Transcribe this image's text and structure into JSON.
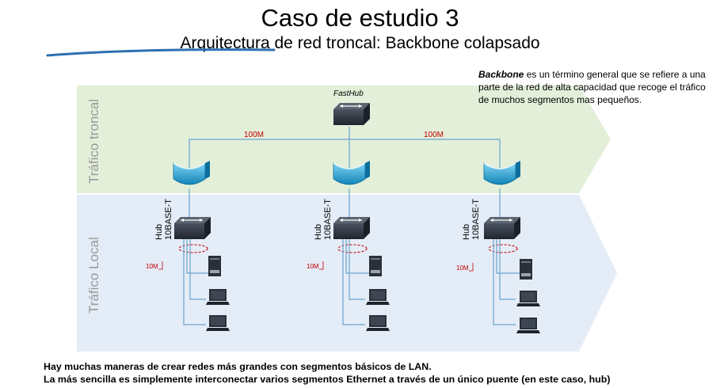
{
  "header": {
    "title": "Caso de estudio 3",
    "subtitle": "Arquitectura de red troncal: Backbone colapsado"
  },
  "note": {
    "term": "Backbone",
    "text": " es un término general que se refiere a una parte de la red de alta capacidad que recoge el tráfico de muchos segmentos mas pequeños."
  },
  "diagram": {
    "zone_backbone": "Tráfico troncal",
    "zone_local": "Tráfico Local",
    "core_label": "FastHub",
    "uplink_left": "100M",
    "uplink_right": "100M",
    "hubs": [
      {
        "label_line1": "Hub",
        "label_line2": "10BASE-T",
        "speed": "10M"
      },
      {
        "label_line1": "Hub",
        "label_line2": "10BASE-T",
        "speed": "10M"
      },
      {
        "label_line1": "Hub",
        "label_line2": "10BASE-T",
        "speed": "10M"
      }
    ],
    "colors": {
      "backbone_zone": "#e3efd9",
      "local_zone": "#e4ecf7",
      "link": "#6aa4cf",
      "label_red": "#c00000",
      "router_cyan": "#1aa3d8",
      "device_dark": "#2f3640"
    }
  },
  "footer": {
    "line1": "Hay muchas maneras de crear redes más grandes con segmentos básicos de LAN.",
    "line2": "La más sencilla es simplemente interconectar varios segmentos Ethernet  a través de un único puente (en este caso, hub)"
  }
}
